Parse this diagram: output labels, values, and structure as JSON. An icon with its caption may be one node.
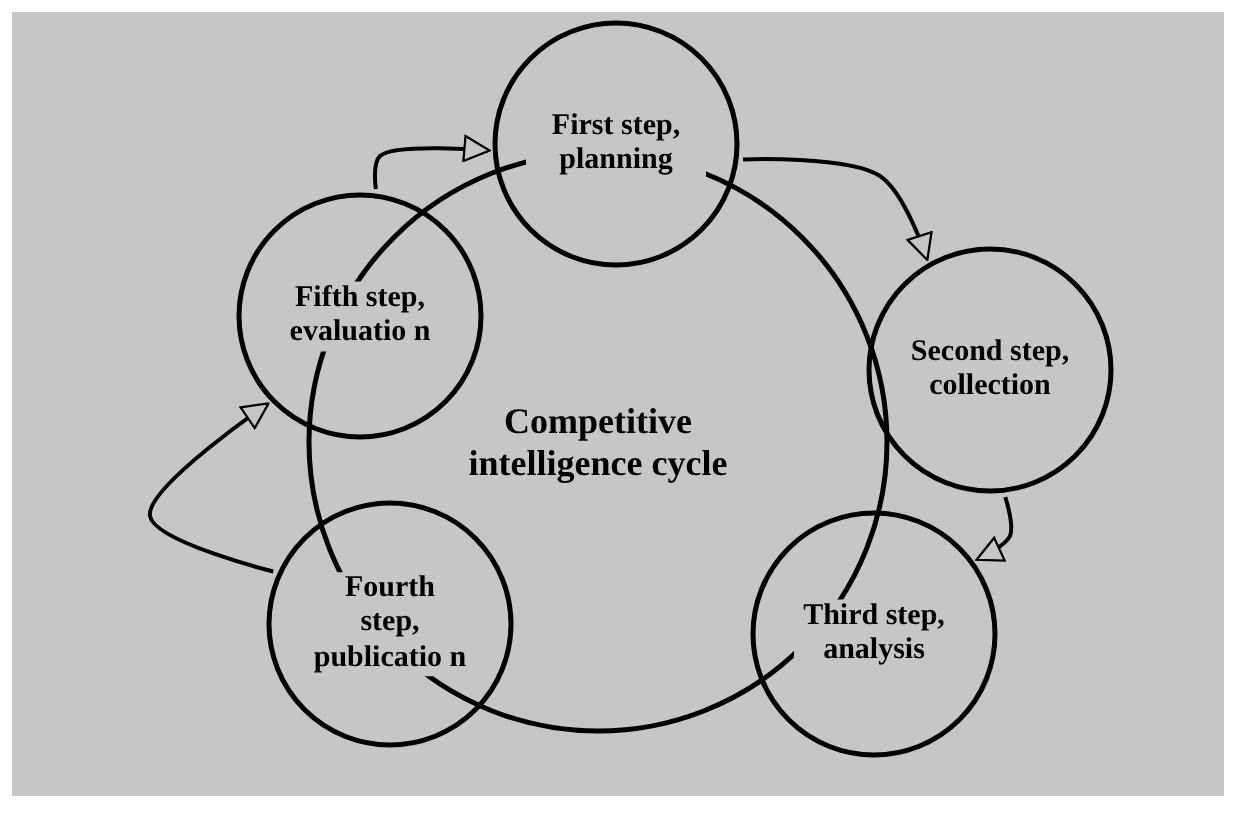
{
  "diagram": {
    "nodes": [
      {
        "text": [
          "Competitive intelligence cycle"
        ]
      },
      {
        "text": [
          "First step, planning"
        ]
      },
      {
        "text": [
          "Second step, collection"
        ]
      },
      {
        "text": [
          "Third step, analysis"
        ]
      },
      {
        "text": [
          "Fourth step, publicatio n"
        ]
      },
      {
        "text": [
          "Fifth step, evaluatio n"
        ]
      }
    ],
    "edges": [
      {
        "from": 1,
        "to": 2,
        "arrow": "to"
      },
      {
        "from": 2,
        "to": 3,
        "arrow": "to"
      },
      {
        "from": 4,
        "to": 5,
        "arrow": "to"
      },
      {
        "from": 5,
        "to": 1,
        "arrow": "to"
      }
    ]
  }
}
